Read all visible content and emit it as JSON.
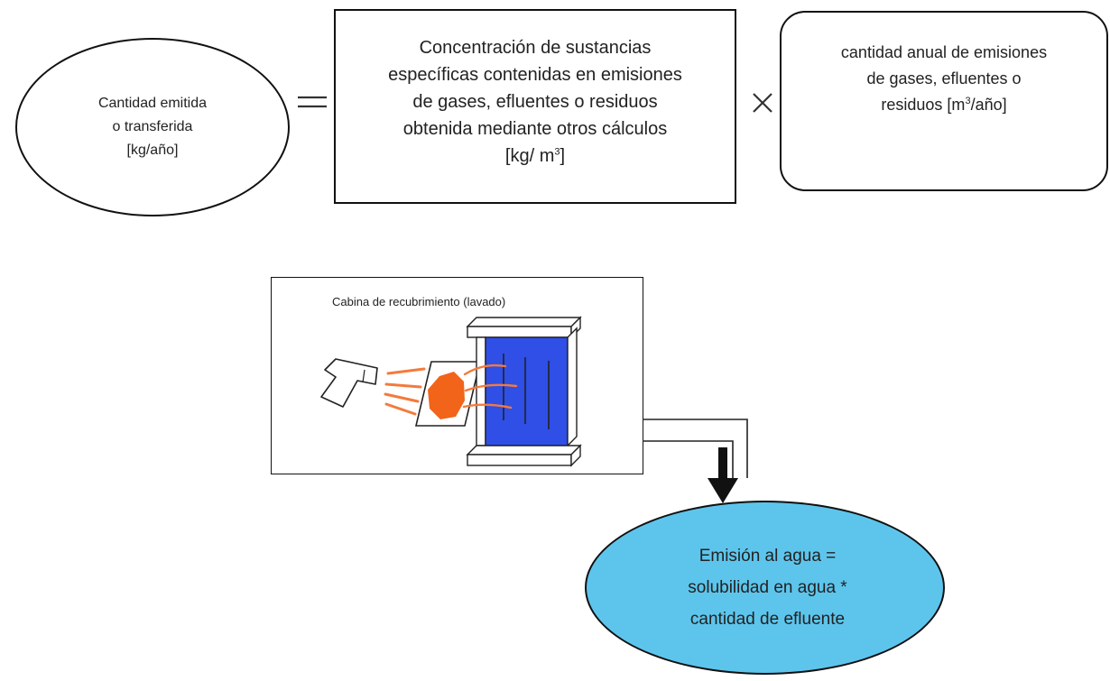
{
  "formula": {
    "result": {
      "line1": "Cantidad emitida",
      "line2": "o transferida",
      "line3": "[kg/año]"
    },
    "operator_equals": "=",
    "concentration": {
      "line1": "Concentración de sustancias",
      "line2": "específicas contenidas en emisiones",
      "line3": "de gases, efluentes o residuos",
      "line4": "obtenida mediante otros cálculos",
      "unit_prefix": "[kg/ m",
      "unit_sup": "3",
      "unit_suffix": "]"
    },
    "operator_times": "×",
    "annual_quantity": {
      "line1": "cantidad anual de emisiones",
      "line2": "de gases, efluentes o",
      "line3_prefix": "residuos [m",
      "line3_sup": "3",
      "line3_suffix": "/año]"
    }
  },
  "booth": {
    "label": "Cabina de recubrimiento (lavado)"
  },
  "emission": {
    "line1": "Emisión al agua =",
    "line2": "solubilidad en agua *",
    "line3": "cantidad de efluente"
  },
  "colors": {
    "water_curtain": "#2f4fe6",
    "spray": "#f47a3c",
    "part": "#f26419",
    "emission_fill": "#5dc5ec"
  }
}
